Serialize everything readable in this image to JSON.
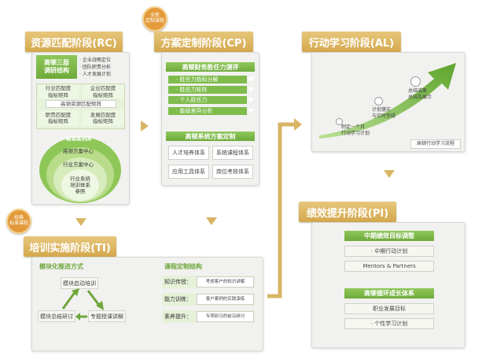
{
  "colors": {
    "stage_gold": "#d4a84d",
    "green": "#6eaa3b",
    "badge_orange": "#e39a3b",
    "panel_gray": "#f1f1ef"
  },
  "rc": {
    "title": "资源匹配阶段(RC)",
    "structure_label": "高顿三层\n调研结构",
    "bullets": [
      "· 企业战略定位",
      "· 团队职责分析",
      "· 人才发展计划"
    ],
    "grid": [
      {
        "label": "行业匹配度\n指标矩阵"
      },
      {
        "label": "企业匹配度\n指标矩阵"
      },
      {
        "label": "职责匹配度\n指标矩阵"
      },
      {
        "label": "发展匹配度\n指标矩阵"
      }
    ],
    "matrix_center": "高顿资源匹配矩阵",
    "rings": [
      "高顿案例库",
      "高顿方案中心",
      "行业方案中心",
      "行业系统\n培训体系\n参照"
    ]
  },
  "cp": {
    "badge": "全新\n定制课程",
    "title": "方案定制阶段(CP)",
    "assess_header": "高顿财务胜任力测评",
    "assess_items": [
      "· 胜任力指标分解",
      "· 胜任力矩阵",
      "· 个人胜任力",
      "· 能级差异分析"
    ],
    "system_header": "高顿系统方案定制",
    "system_items": [
      "人才培养体系",
      "系统课程体系",
      "应用工具体系",
      "岗位考核体系"
    ]
  },
  "al": {
    "title": "行动学习阶段(AL)",
    "points": [
      "制定一个月\n行动学习计划",
      "计划落实\n与实时答疑",
      "总结成果\n总结及展示"
    ],
    "flow_label": "高顿行动学习流程"
  },
  "ti": {
    "badge": "经典\n标准课程",
    "title": "培训实施阶段(TI)",
    "modular_title": "模块化推进方式",
    "cycle": [
      "模块启动培训",
      "专题授课讲解",
      "模块总结研讨"
    ],
    "custom_title": "课程定制结构",
    "rows": [
      {
        "label": "知识传授：",
        "value": "考虑客户的知识讲解"
      },
      {
        "label": "能力训练：",
        "value": "客户案例的实践演练"
      },
      {
        "label": "素养提升：",
        "value": "专项研习的前沿研讨"
      }
    ]
  },
  "pi": {
    "title": "绩效提升阶段(PI)",
    "mid_header": "中期绩效目标调整",
    "mid_items": [
      "· 中期行动计划",
      "Mentors & Partners"
    ],
    "long_header": "高顿循环成长体系",
    "long_items": [
      "职业发展目标",
      "· 个性学习计划"
    ]
  }
}
